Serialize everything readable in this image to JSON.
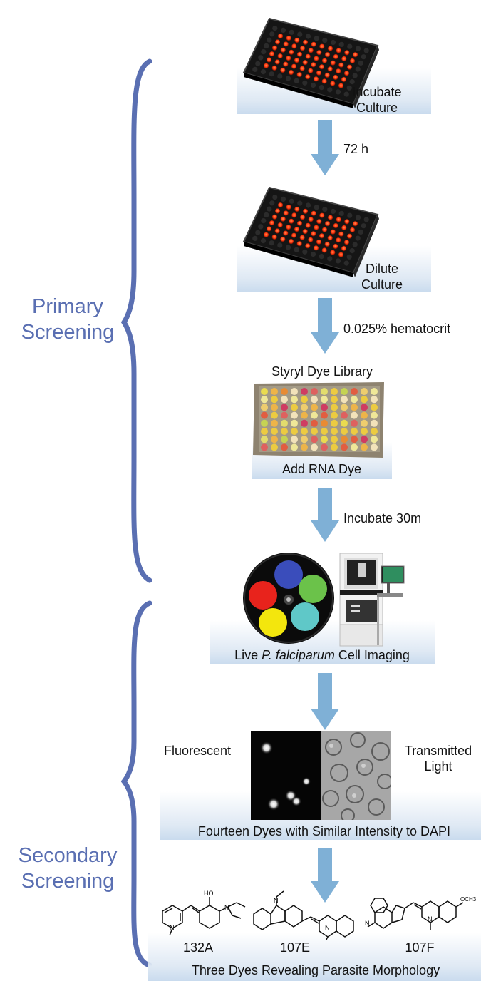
{
  "colors": {
    "bracket": "#5a6fb2",
    "arrow": "#7fb0d6",
    "label_band": "#d5e3f1",
    "plate_black": "#1a1a1a",
    "plate_red": "#ff3a10"
  },
  "sections": {
    "primary": {
      "line1": "Primary",
      "line2": "Screening"
    },
    "secondary": {
      "line1": "Secondary",
      "line2": "Screening"
    }
  },
  "steps": {
    "incubate": {
      "line1": "Incubate",
      "line2": "Culture"
    },
    "time_72h": "72 h",
    "dilute": {
      "line1": "Dilute",
      "line2": "Culture"
    },
    "hematocrit": "0.025% hematocrit",
    "dye_library": "Styryl Dye Library",
    "add_rna_dye": "Add RNA Dye",
    "incubate_30m": "Incubate 30m",
    "imaging": {
      "prefix": "Live ",
      "species": "P. falciparum",
      "suffix": " Cell Imaging"
    },
    "fluorescent": "Fluorescent",
    "transmitted": {
      "line1": "Transmitted",
      "line2": "Light"
    },
    "fourteen_dyes": "Fourteen Dyes with Similar Intensity to DAPI",
    "compounds": [
      "132A",
      "107E",
      "107F"
    ],
    "atom_labels": {
      "ho": "HO",
      "och3": "OCH3",
      "n": "N"
    },
    "three_dyes": "Three Dyes Revealing Parasite Morphology"
  },
  "icons": [
    "well-plate-icon",
    "dye-plate-icon",
    "filter-wheel-icon",
    "imaging-system-icon",
    "micrograph-icon",
    "chemical-structure-icon",
    "down-arrow-icon",
    "curly-brace-icon"
  ]
}
